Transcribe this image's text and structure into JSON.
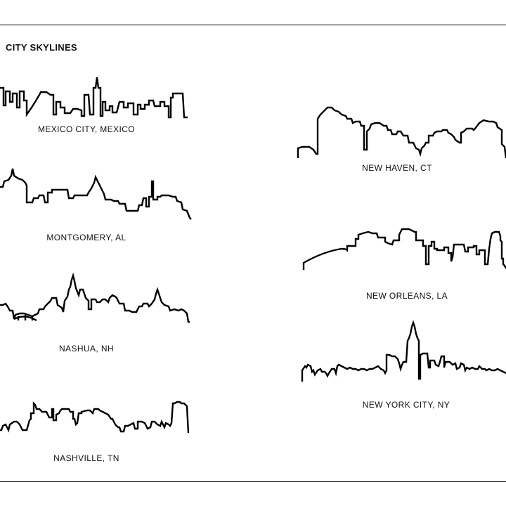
{
  "title": "CITY SKYLINES",
  "cities": [
    {
      "id": "mexico-city",
      "label": "MEXICO CITY, MEXICO"
    },
    {
      "id": "montgomery",
      "label": "MONTGOMERY, AL"
    },
    {
      "id": "nashua",
      "label": "NASHUA, NH"
    },
    {
      "id": "nashville",
      "label": "NASHVILLE, TN"
    },
    {
      "id": "new-haven",
      "label": "NEW HAVEN, CT"
    },
    {
      "id": "new-orleans",
      "label": "NEW ORLEANS, LA"
    },
    {
      "id": "new-york-city",
      "label": "NEW YORK CITY, NY"
    }
  ],
  "colors": {
    "ink": "#000000",
    "background": "#ffffff"
  }
}
